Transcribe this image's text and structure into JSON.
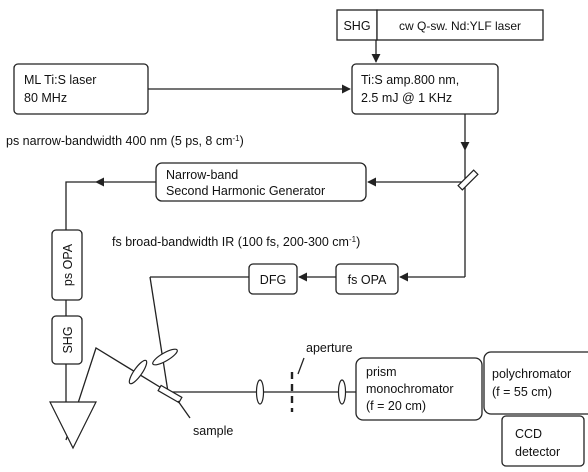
{
  "boxes": {
    "shg_top": "SHG",
    "ndylf": "cw Q-sw. Nd:YLF laser",
    "ml_laser": [
      "ML Ti:S laser",
      "80 MHz"
    ],
    "amp": [
      "Ti:S amp.800 nm,",
      "2.5 mJ @ 1 KHz"
    ],
    "nb_shg": [
      "Narrow-band",
      "Second Harmonic Generator"
    ],
    "ps_opa": "ps OPA",
    "shg_left": "SHG",
    "dfg": "DFG",
    "fs_opa": "fs OPA",
    "prism": [
      "prism",
      "monochromator",
      "(f = 20 cm)"
    ],
    "polychromator": [
      "polychromator",
      "(f = 55 cm)"
    ],
    "ccd": [
      "CCD",
      "detector"
    ]
  },
  "labels": {
    "ps_beam": "ps narrow-bandwidth 400 nm (5 ps, 8 cm",
    "ps_beam_sup": "-1",
    "ps_beam_end": ")",
    "fs_beam": "fs broad-bandwidth IR (100 fs, 200-300 cm",
    "fs_beam_sup": "-1",
    "fs_beam_end": ")",
    "aperture": "aperture",
    "sample": "sample"
  }
}
